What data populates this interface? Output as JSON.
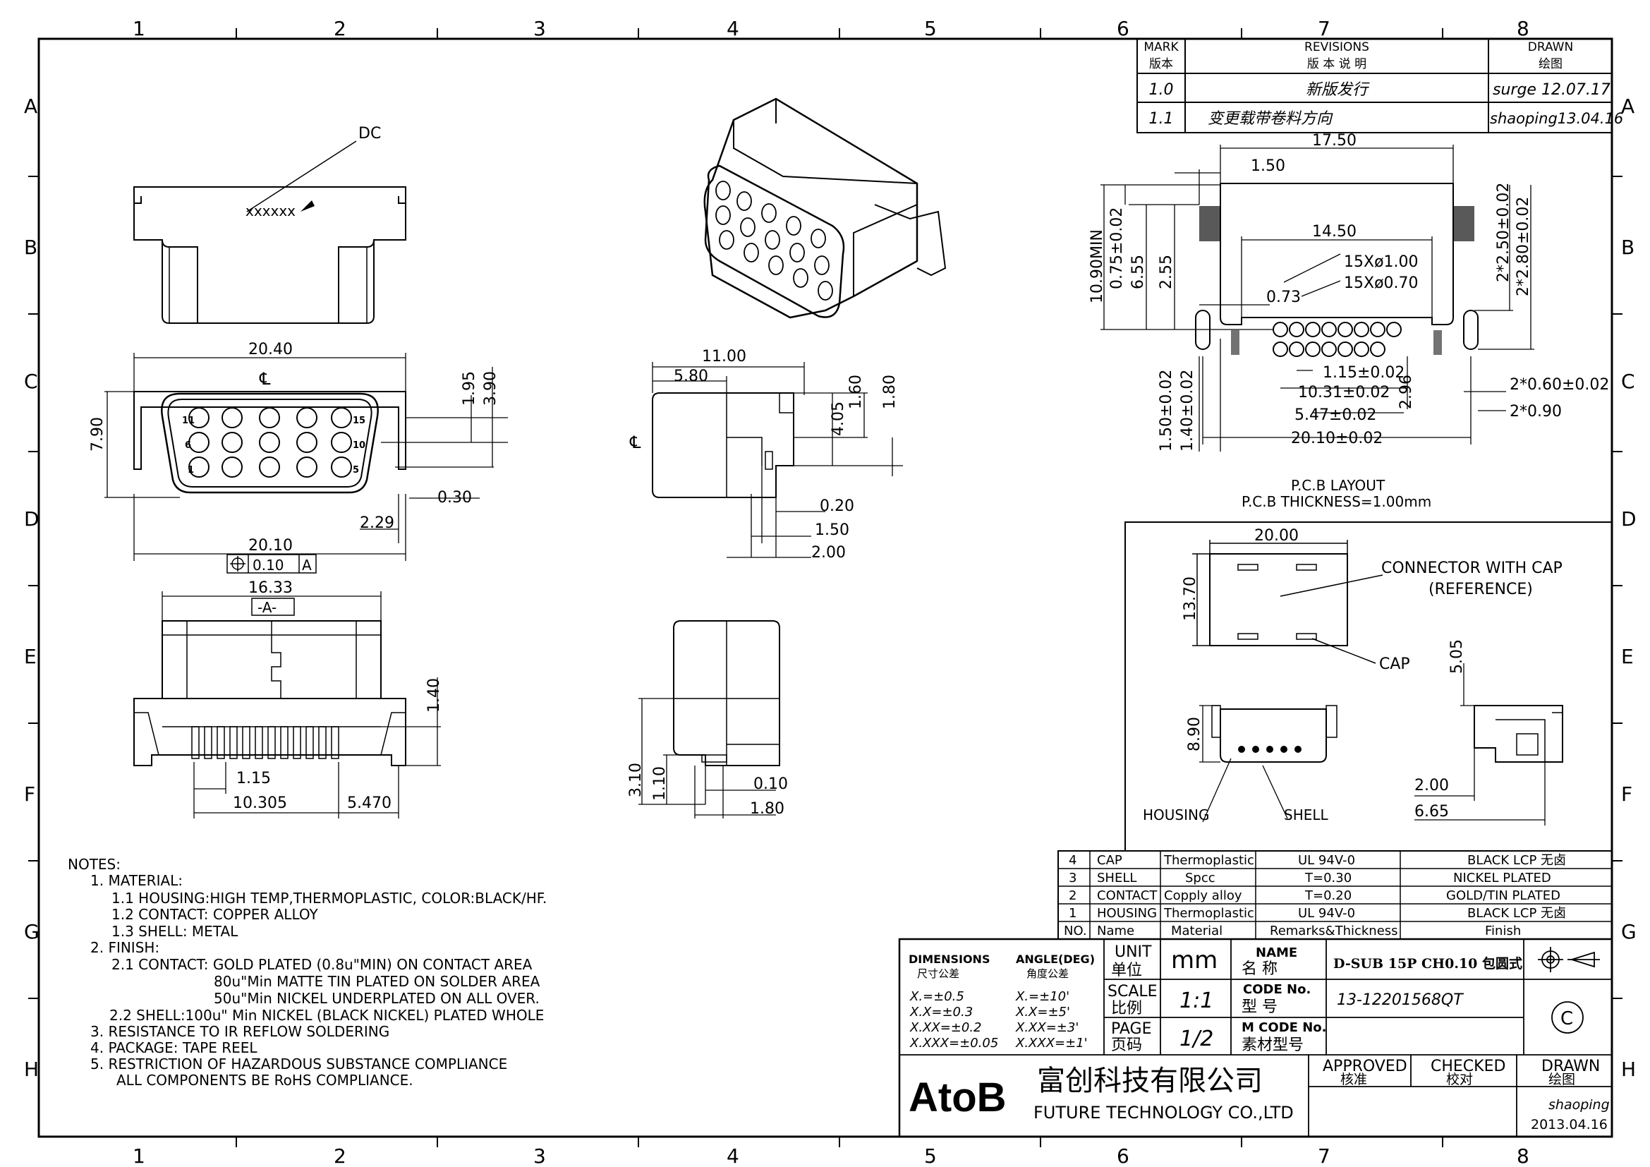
{
  "frame": {
    "columns": [
      "1",
      "2",
      "3",
      "4",
      "5",
      "6",
      "7",
      "8"
    ],
    "rows": [
      "A",
      "B",
      "C",
      "D",
      "E",
      "F",
      "G",
      "H"
    ]
  },
  "revisions": {
    "header": {
      "mark": "MARK",
      "mark_cn": "版本",
      "rev": "REVISIONS",
      "rev_cn": "版 本 说 明",
      "drawn": "DRAWN",
      "drawn_cn": "绘图"
    },
    "rows": [
      {
        "mark": "1.0",
        "desc": "新版发行",
        "drawn": "surge  12.07.17"
      },
      {
        "mark": "1.1",
        "desc": "变更载带卷料方向",
        "drawn": "shaoping13.04.16"
      }
    ]
  },
  "labels": {
    "dc": "DC",
    "xxxxxx": "xxxxxx",
    "cl": "℄",
    "datum_a": "-A-",
    "datum_frame_val": "0.10",
    "datum_frame_ref": "A",
    "pin1": "1",
    "pin6": "6",
    "pin11": "11",
    "pin5": "5",
    "pin10": "10",
    "pin15": "15",
    "pcb_layout": "P.C.B  LAYOUT",
    "pcb_thickness": "P.C.B  THICKNESS=1.00mm",
    "connector_with_cap": "CONNECTOR  WITH  CAP",
    "reference": "(REFERENCE)",
    "cap": "CAP",
    "housing": "HOUSING",
    "shell": "SHELL"
  },
  "dims": {
    "front_top_width": "20.40",
    "front_h_790": "7.90",
    "front_195": "1.95",
    "front_390": "3.90",
    "front_030": "0.30",
    "front_229": "2.29",
    "front_2010": "20.10",
    "bottom_1633": "16.33",
    "bottom_140": "1.40",
    "bottom_115": "1.15",
    "bottom_10305": "10.305",
    "bottom_5470": "5.470",
    "side_1100": "11.00",
    "side_580": "5.80",
    "side_405": "4.05",
    "side_160": "1.60",
    "side_180": "1.80",
    "side_020": "0.20",
    "side_150": "1.50",
    "side_200": "2.00",
    "end_310": "3.10",
    "end_110": "1.10",
    "end_010": "0.10",
    "end_180": "1.80",
    "pcb_1750": "17.50",
    "pcb_150": "1.50",
    "pcb_1450": "14.50",
    "pcb_holes_100": "15Xø1.00",
    "pcb_holes_070": "15Xø0.70",
    "pcb_073": "0.73",
    "pcb_1090": "10.90MIN",
    "pcb_075": "0.75±0.02",
    "pcb_655": "6.55",
    "pcb_255": "2.55",
    "pcb_250": "2*2.50±0.02",
    "pcb_280": "2*2.80±0.02",
    "pcb_115": "1.15±0.02",
    "pcb_1031": "10.31±0.02",
    "pcb_547": "5.47±0.02",
    "pcb_2010": "20.10±0.02",
    "pcb_296": "2.96",
    "pcb_150v": "1.50±0.02",
    "pcb_140v": "1.40±0.02",
    "pcb_060": "2*0.60±0.02",
    "pcb_090": "2*0.90",
    "cap_2000": "20.00",
    "cap_1370": "13.70",
    "cap_505": "5.05",
    "cap_890": "8.90",
    "cap_200": "2.00",
    "cap_665": "6.65"
  },
  "bom": {
    "rows": [
      {
        "no": "4",
        "name": "CAP",
        "material": "Thermoplastic",
        "remarks": "UL 94V-0",
        "finish": "BLACK   LCP  无卤"
      },
      {
        "no": "3",
        "name": "SHELL",
        "material": "Spcc",
        "remarks": "T=0.30",
        "finish": "NICKEL  PLATED"
      },
      {
        "no": "2",
        "name": "CONTACT",
        "material": "Copply  alloy",
        "remarks": "T=0.20",
        "finish": "GOLD/TIN  PLATED"
      },
      {
        "no": "1",
        "name": "HOUSING",
        "material": "Thermoplastic",
        "remarks": "UL 94V-0",
        "finish": "BLACK   LCP  无卤"
      }
    ],
    "header": {
      "no": "NO.",
      "name": "Name",
      "material": "Material",
      "remarks": "Remarks&Thickness",
      "finish": "Finish"
    }
  },
  "notes": {
    "title": "NOTES:",
    "lines": [
      "1.  MATERIAL:",
      "1.1  HOUSING:HIGH  TEMP,THERMOPLASTIC,  COLOR:BLACK/HF.",
      "1.2  CONTACT:  COPPER  ALLOY",
      "1.3  SHELL:  METAL",
      "2.  FINISH:",
      "2.1  CONTACT:  GOLD  PLATED  (0.8u\"MIN)  ON  CONTACT  AREA",
      "80u\"Min  MATTE  TIN  PLATED  ON  SOLDER  AREA",
      "50u\"Min  NICKEL  UNDERPLATED  ON  ALL  OVER.",
      "2.2  SHELL:100u\"  Min  NICKEL (BLACK  NICKEL) PLATED  WHOLE",
      "3.  RESISTANCE  TO  IR  REFLOW  SOLDERING",
      "4.  PACKAGE:  TAPE  REEL",
      "5.  RESTRICTION  OF  HAZARDOUS  SUBSTANCE  COMPLIANCE",
      "ALL  COMPONENTS  BE  RoHS  COMPLIANCE."
    ]
  },
  "title_block": {
    "dimensions": "DIMENSIONS",
    "dimensions_cn": "尺寸公差",
    "angle": "ANGLE(DEG)",
    "angle_cn": "角度公差",
    "tol": [
      "X.=±0.5",
      "X.X=±0.3",
      "X.XX=±0.2",
      "X.XXX=±0.05"
    ],
    "ang": [
      "X.=±10'",
      "X.X=±5'",
      "X.XX=±3'",
      "X.XXX=±1'"
    ],
    "unit": "UNIT",
    "unit_cn": "单位",
    "unit_val": "mm",
    "scale": "SCALE",
    "scale_cn": "比例",
    "scale_val": "1:1",
    "page": "PAGE",
    "page_cn": "页码",
    "page_val": "1/2",
    "name": "NAME",
    "name_cn": "名   称",
    "name_val": "D-SUB 15P CH0.10 包圆式",
    "code": "CODE No.",
    "code_cn": "型   号",
    "code_val": "13-12201568QT",
    "mcode": "M CODE No.",
    "mcode_cn": "素材型号",
    "logo": "AtoB",
    "company_cn": "富创科技有限公司",
    "company_en": "FUTURE  TECHNOLOGY  CO.,LTD",
    "approved": "APPROVED",
    "approved_cn": "核准",
    "checked": "CHECKED",
    "checked_cn": "校对",
    "drawn": "DRAWN",
    "drawn_cn": "绘图",
    "drawn_by": "shaoping",
    "drawn_date": "2013.04.16",
    "copyright": "C"
  }
}
